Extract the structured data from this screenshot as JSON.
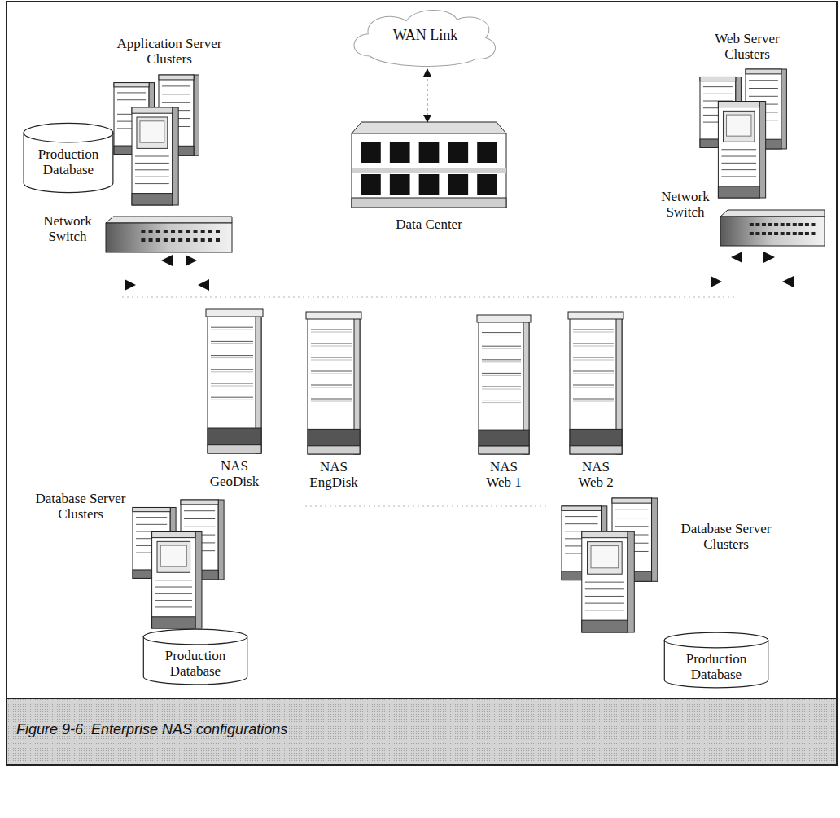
{
  "diagram": {
    "caption": "Figure 9-6. Enterprise NAS configurations",
    "nodes": [
      {
        "text": [
          "WAN Link"
        ]
      },
      {
        "text": [
          "Application Server Clusters"
        ]
      },
      {
        "text": [
          "Production Database"
        ]
      },
      {
        "text": [
          "Web Server Clusters"
        ]
      },
      {
        "text": [
          "Data Center"
        ]
      },
      {
        "text": [
          "Network Switch"
        ]
      },
      {
        "text": [
          "Network Switch"
        ]
      },
      {
        "text": [
          "NAS GeoDisk"
        ]
      },
      {
        "text": [
          "NAS EngDisk"
        ]
      },
      {
        "text": [
          "NAS Web 1"
        ]
      },
      {
        "text": [
          "NAS Web 2"
        ]
      },
      {
        "text": [
          "Database Server Clusters"
        ]
      },
      {
        "text": [
          "Database Server Clusters"
        ]
      },
      {
        "text": [
          "Production Database"
        ]
      },
      {
        "text": [
          "Production Database"
        ]
      }
    ],
    "edges": [
      {
        "from": 0,
        "to": 4,
        "arrow": "both"
      }
    ]
  }
}
